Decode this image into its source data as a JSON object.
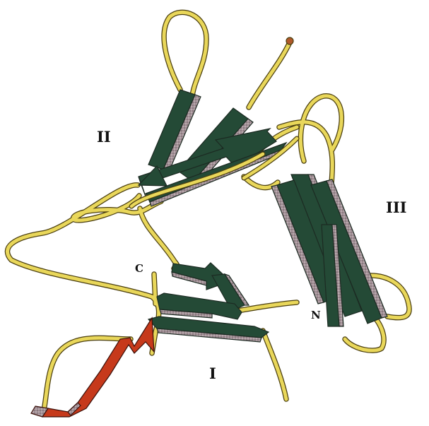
{
  "labels": {
    "domain_II": "II",
    "domain_III": "III",
    "domain_I": "I",
    "c_terminus": "C",
    "n_terminus": "N"
  },
  "colors": {
    "coil": "#e9d75a",
    "coil_outline": "#4b3f10",
    "sheet": "#244a36",
    "sheet_edge": "#9a8a92",
    "highlight_strand": "#c6391b",
    "label_text": "#111111",
    "background": "#ffffff"
  },
  "icons": {
    "structure": "protein-ribbon-diagram"
  }
}
